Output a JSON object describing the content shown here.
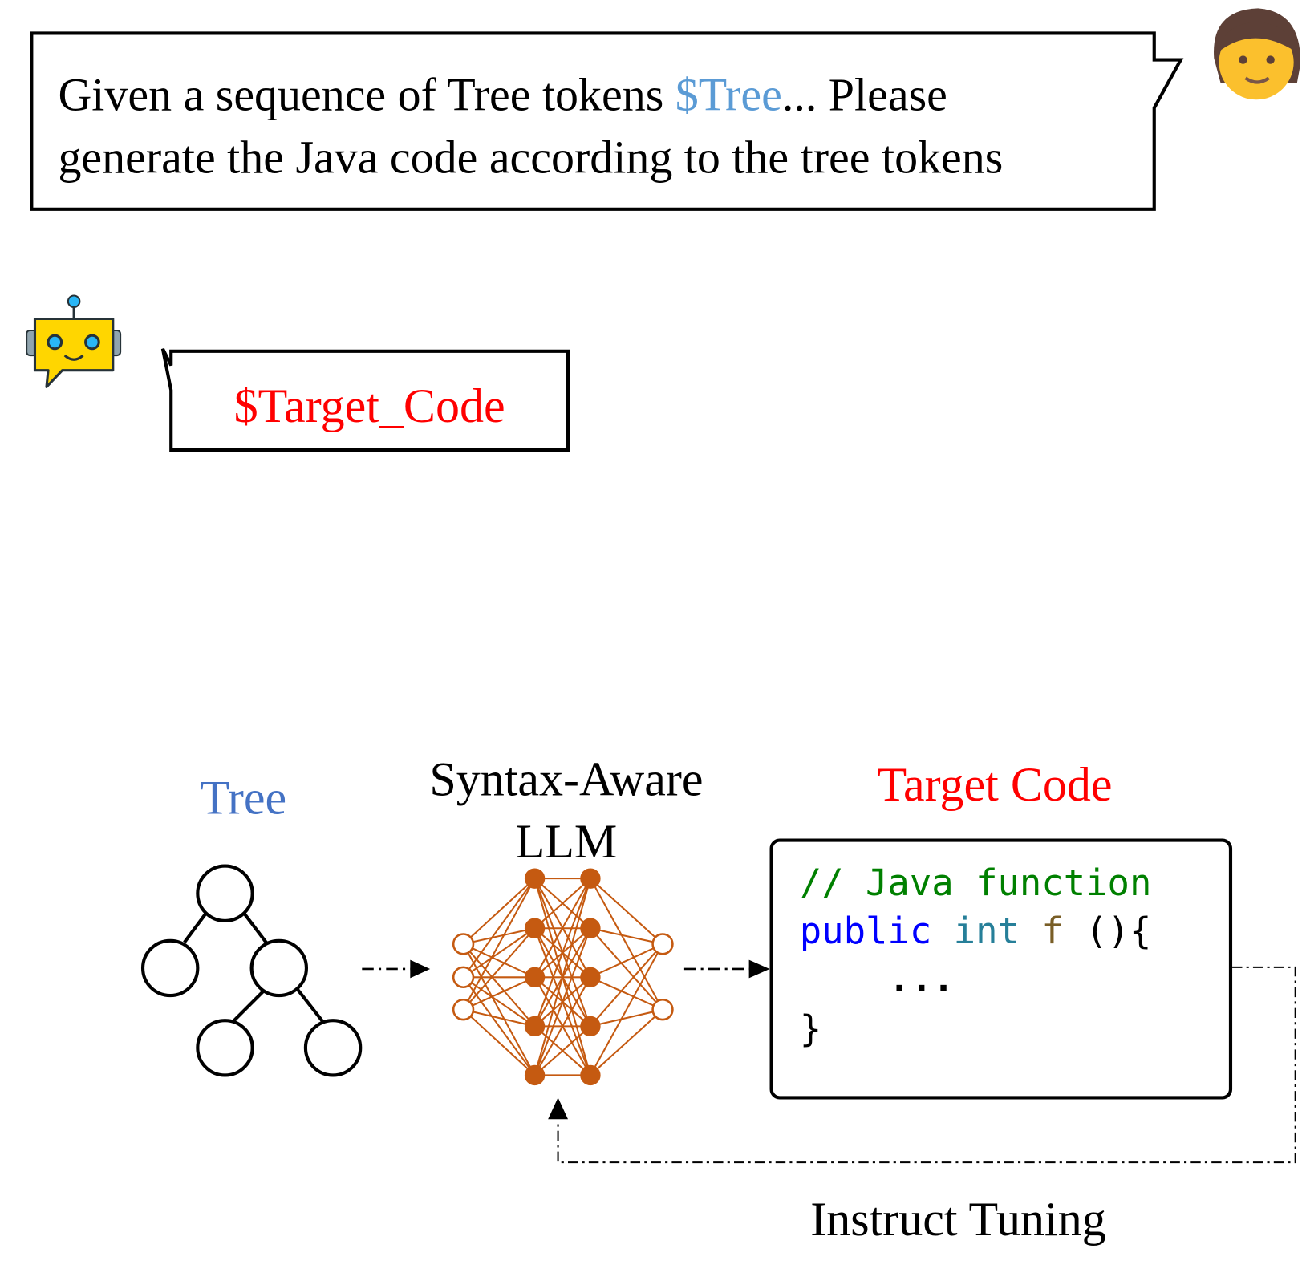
{
  "prompt": {
    "line1_before": "Given a sequence of Tree tokens ",
    "line1_highlight": "$Tree",
    "line1_after": "... Please",
    "line2": "generate the Java code according to the tree tokens"
  },
  "response": {
    "text": "$Target_Code"
  },
  "labels": {
    "tree": "Tree",
    "llm_line1": "Syntax-Aware",
    "llm_line2": "LLM",
    "target": "Target Code",
    "instruct": "Instruct Tuning"
  },
  "code": {
    "comment": "// Java function",
    "kw_public": "public",
    "kw_int": "int",
    "fname": "f",
    "rest": " (){",
    "ellipsis": "...",
    "close": "}"
  },
  "icons": {
    "user": "person-emoji-icon",
    "bot": "robot-icon"
  },
  "colors": {
    "tree_blue": "#4472C4",
    "token_blue": "#5B9BD5",
    "target_red": "#FF0000",
    "network_orange": "#C55A11",
    "code_comment": "#008000",
    "code_keyword": "#0000FF",
    "code_type": "#267F99",
    "code_fname": "#795E26"
  }
}
